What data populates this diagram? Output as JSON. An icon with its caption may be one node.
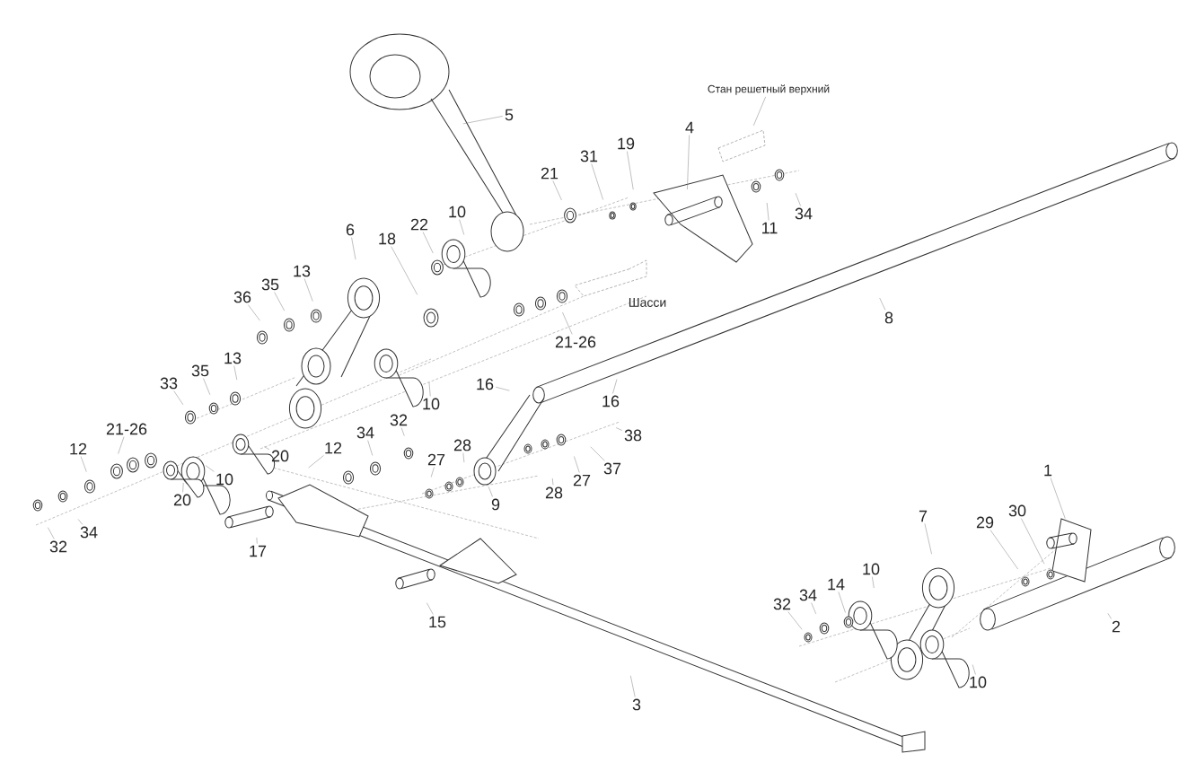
{
  "diagram": {
    "nodes": [
      {
        "text": [
          "Стан решетный верхний"
        ]
      },
      {
        "text": [
          "5"
        ]
      },
      {
        "text": [
          "4"
        ]
      },
      {
        "text": [
          "19"
        ]
      },
      {
        "text": [
          "31"
        ]
      },
      {
        "text": [
          "21"
        ]
      },
      {
        "text": [
          "11"
        ]
      },
      {
        "text": [
          "34"
        ]
      },
      {
        "text": [
          "22"
        ]
      },
      {
        "text": [
          "10"
        ]
      },
      {
        "text": [
          "18"
        ]
      },
      {
        "text": [
          "6"
        ]
      },
      {
        "text": [
          "13"
        ]
      },
      {
        "text": [
          "35"
        ]
      },
      {
        "text": [
          "36"
        ]
      },
      {
        "text": [
          "21-26"
        ]
      },
      {
        "text": [
          "8"
        ]
      },
      {
        "text": [
          "33"
        ]
      },
      {
        "text": [
          "35"
        ]
      },
      {
        "text": [
          "13"
        ]
      },
      {
        "text": [
          "16"
        ]
      },
      {
        "text": [
          "10"
        ]
      },
      {
        "text": [
          "16"
        ]
      },
      {
        "text": [
          "38"
        ]
      },
      {
        "text": [
          "20"
        ]
      },
      {
        "text": [
          "12"
        ]
      },
      {
        "text": [
          "34"
        ]
      },
      {
        "text": [
          "32"
        ]
      },
      {
        "text": [
          "27"
        ]
      },
      {
        "text": [
          "28"
        ]
      },
      {
        "text": [
          "21-26"
        ]
      },
      {
        "text": [
          "12"
        ]
      },
      {
        "text": [
          "20"
        ]
      },
      {
        "text": [
          "10"
        ]
      },
      {
        "text": [
          "9"
        ]
      },
      {
        "text": [
          "28"
        ]
      },
      {
        "text": [
          "27"
        ]
      },
      {
        "text": [
          "37"
        ]
      },
      {
        "text": [
          "32"
        ]
      },
      {
        "text": [
          "34"
        ]
      },
      {
        "text": [
          "17"
        ]
      },
      {
        "text": [
          "15"
        ]
      },
      {
        "text": [
          "3"
        ]
      },
      {
        "text": [
          "1"
        ]
      },
      {
        "text": [
          "7"
        ]
      },
      {
        "text": [
          "29"
        ]
      },
      {
        "text": [
          "30"
        ]
      },
      {
        "text": [
          "10"
        ]
      },
      {
        "text": [
          "32"
        ]
      },
      {
        "text": [
          "34"
        ]
      },
      {
        "text": [
          "14"
        ]
      },
      {
        "text": [
          "2"
        ]
      },
      {
        "text": [
          "10"
        ]
      }
    ],
    "edges": [
      {
        "from": 0,
        "to": null,
        "arrow": "none"
      },
      {
        "from": 1,
        "to": null,
        "arrow": "none"
      },
      {
        "from": 2,
        "to": null,
        "arrow": "none"
      },
      {
        "from": 3,
        "to": null,
        "arrow": "none"
      },
      {
        "from": 4,
        "to": null,
        "arrow": "none"
      },
      {
        "from": 5,
        "to": null,
        "arrow": "none"
      },
      {
        "from": 6,
        "to": null,
        "arrow": "none"
      },
      {
        "from": 7,
        "to": null,
        "arrow": "none"
      },
      {
        "from": 8,
        "to": null,
        "arrow": "none"
      },
      {
        "from": 9,
        "to": null,
        "arrow": "none"
      },
      {
        "from": 10,
        "to": null,
        "arrow": "none"
      },
      {
        "from": 11,
        "to": null,
        "arrow": "none"
      },
      {
        "from": 12,
        "to": null,
        "arrow": "none"
      },
      {
        "from": 13,
        "to": null,
        "arrow": "none"
      },
      {
        "from": 14,
        "to": null,
        "arrow": "none"
      },
      {
        "from": 15,
        "to": null,
        "arrow": "none"
      },
      {
        "from": 16,
        "to": null,
        "arrow": "none"
      },
      {
        "from": 17,
        "to": null,
        "arrow": "none"
      },
      {
        "from": 18,
        "to": null,
        "arrow": "none"
      },
      {
        "from": 19,
        "to": null,
        "arrow": "none"
      },
      {
        "from": 20,
        "to": null,
        "arrow": "none"
      },
      {
        "from": 21,
        "to": null,
        "arrow": "none"
      },
      {
        "from": 22,
        "to": null,
        "arrow": "none"
      },
      {
        "from": 23,
        "to": null,
        "arrow": "none"
      },
      {
        "from": 24,
        "to": null,
        "arrow": "none"
      },
      {
        "from": 25,
        "to": null,
        "arrow": "none"
      },
      {
        "from": 26,
        "to": null,
        "arrow": "none"
      },
      {
        "from": 27,
        "to": null,
        "arrow": "none"
      },
      {
        "from": 28,
        "to": null,
        "arrow": "none"
      },
      {
        "from": 29,
        "to": null,
        "arrow": "none"
      },
      {
        "from": 30,
        "to": null,
        "arrow": "none"
      },
      {
        "from": 31,
        "to": null,
        "arrow": "none"
      },
      {
        "from": 32,
        "to": null,
        "arrow": "none"
      },
      {
        "from": 33,
        "to": null,
        "arrow": "none"
      },
      {
        "from": 34,
        "to": null,
        "arrow": "none"
      },
      {
        "from": 35,
        "to": null,
        "arrow": "none"
      },
      {
        "from": 36,
        "to": null,
        "arrow": "none"
      },
      {
        "from": 37,
        "to": null,
        "arrow": "none"
      },
      {
        "from": 38,
        "to": null,
        "arrow": "none"
      },
      {
        "from": 39,
        "to": null,
        "arrow": "none"
      },
      {
        "from": 40,
        "to": null,
        "arrow": "none"
      },
      {
        "from": 41,
        "to": null,
        "arrow": "none"
      },
      {
        "from": 42,
        "to": null,
        "arrow": "none"
      },
      {
        "from": 43,
        "to": null,
        "arrow": "none"
      },
      {
        "from": 44,
        "to": null,
        "arrow": "none"
      },
      {
        "from": 45,
        "to": null,
        "arrow": "none"
      },
      {
        "from": 46,
        "to": null,
        "arrow": "none"
      },
      {
        "from": 47,
        "to": null,
        "arrow": "none"
      },
      {
        "from": 48,
        "to": null,
        "arrow": "none"
      },
      {
        "from": 49,
        "to": null,
        "arrow": "none"
      },
      {
        "from": 50,
        "to": null,
        "arrow": "none"
      },
      {
        "from": 51,
        "to": null,
        "arrow": "none"
      },
      {
        "from": 52,
        "to": null,
        "arrow": "none"
      }
    ],
    "labels": [
      "Шасси"
    ]
  }
}
